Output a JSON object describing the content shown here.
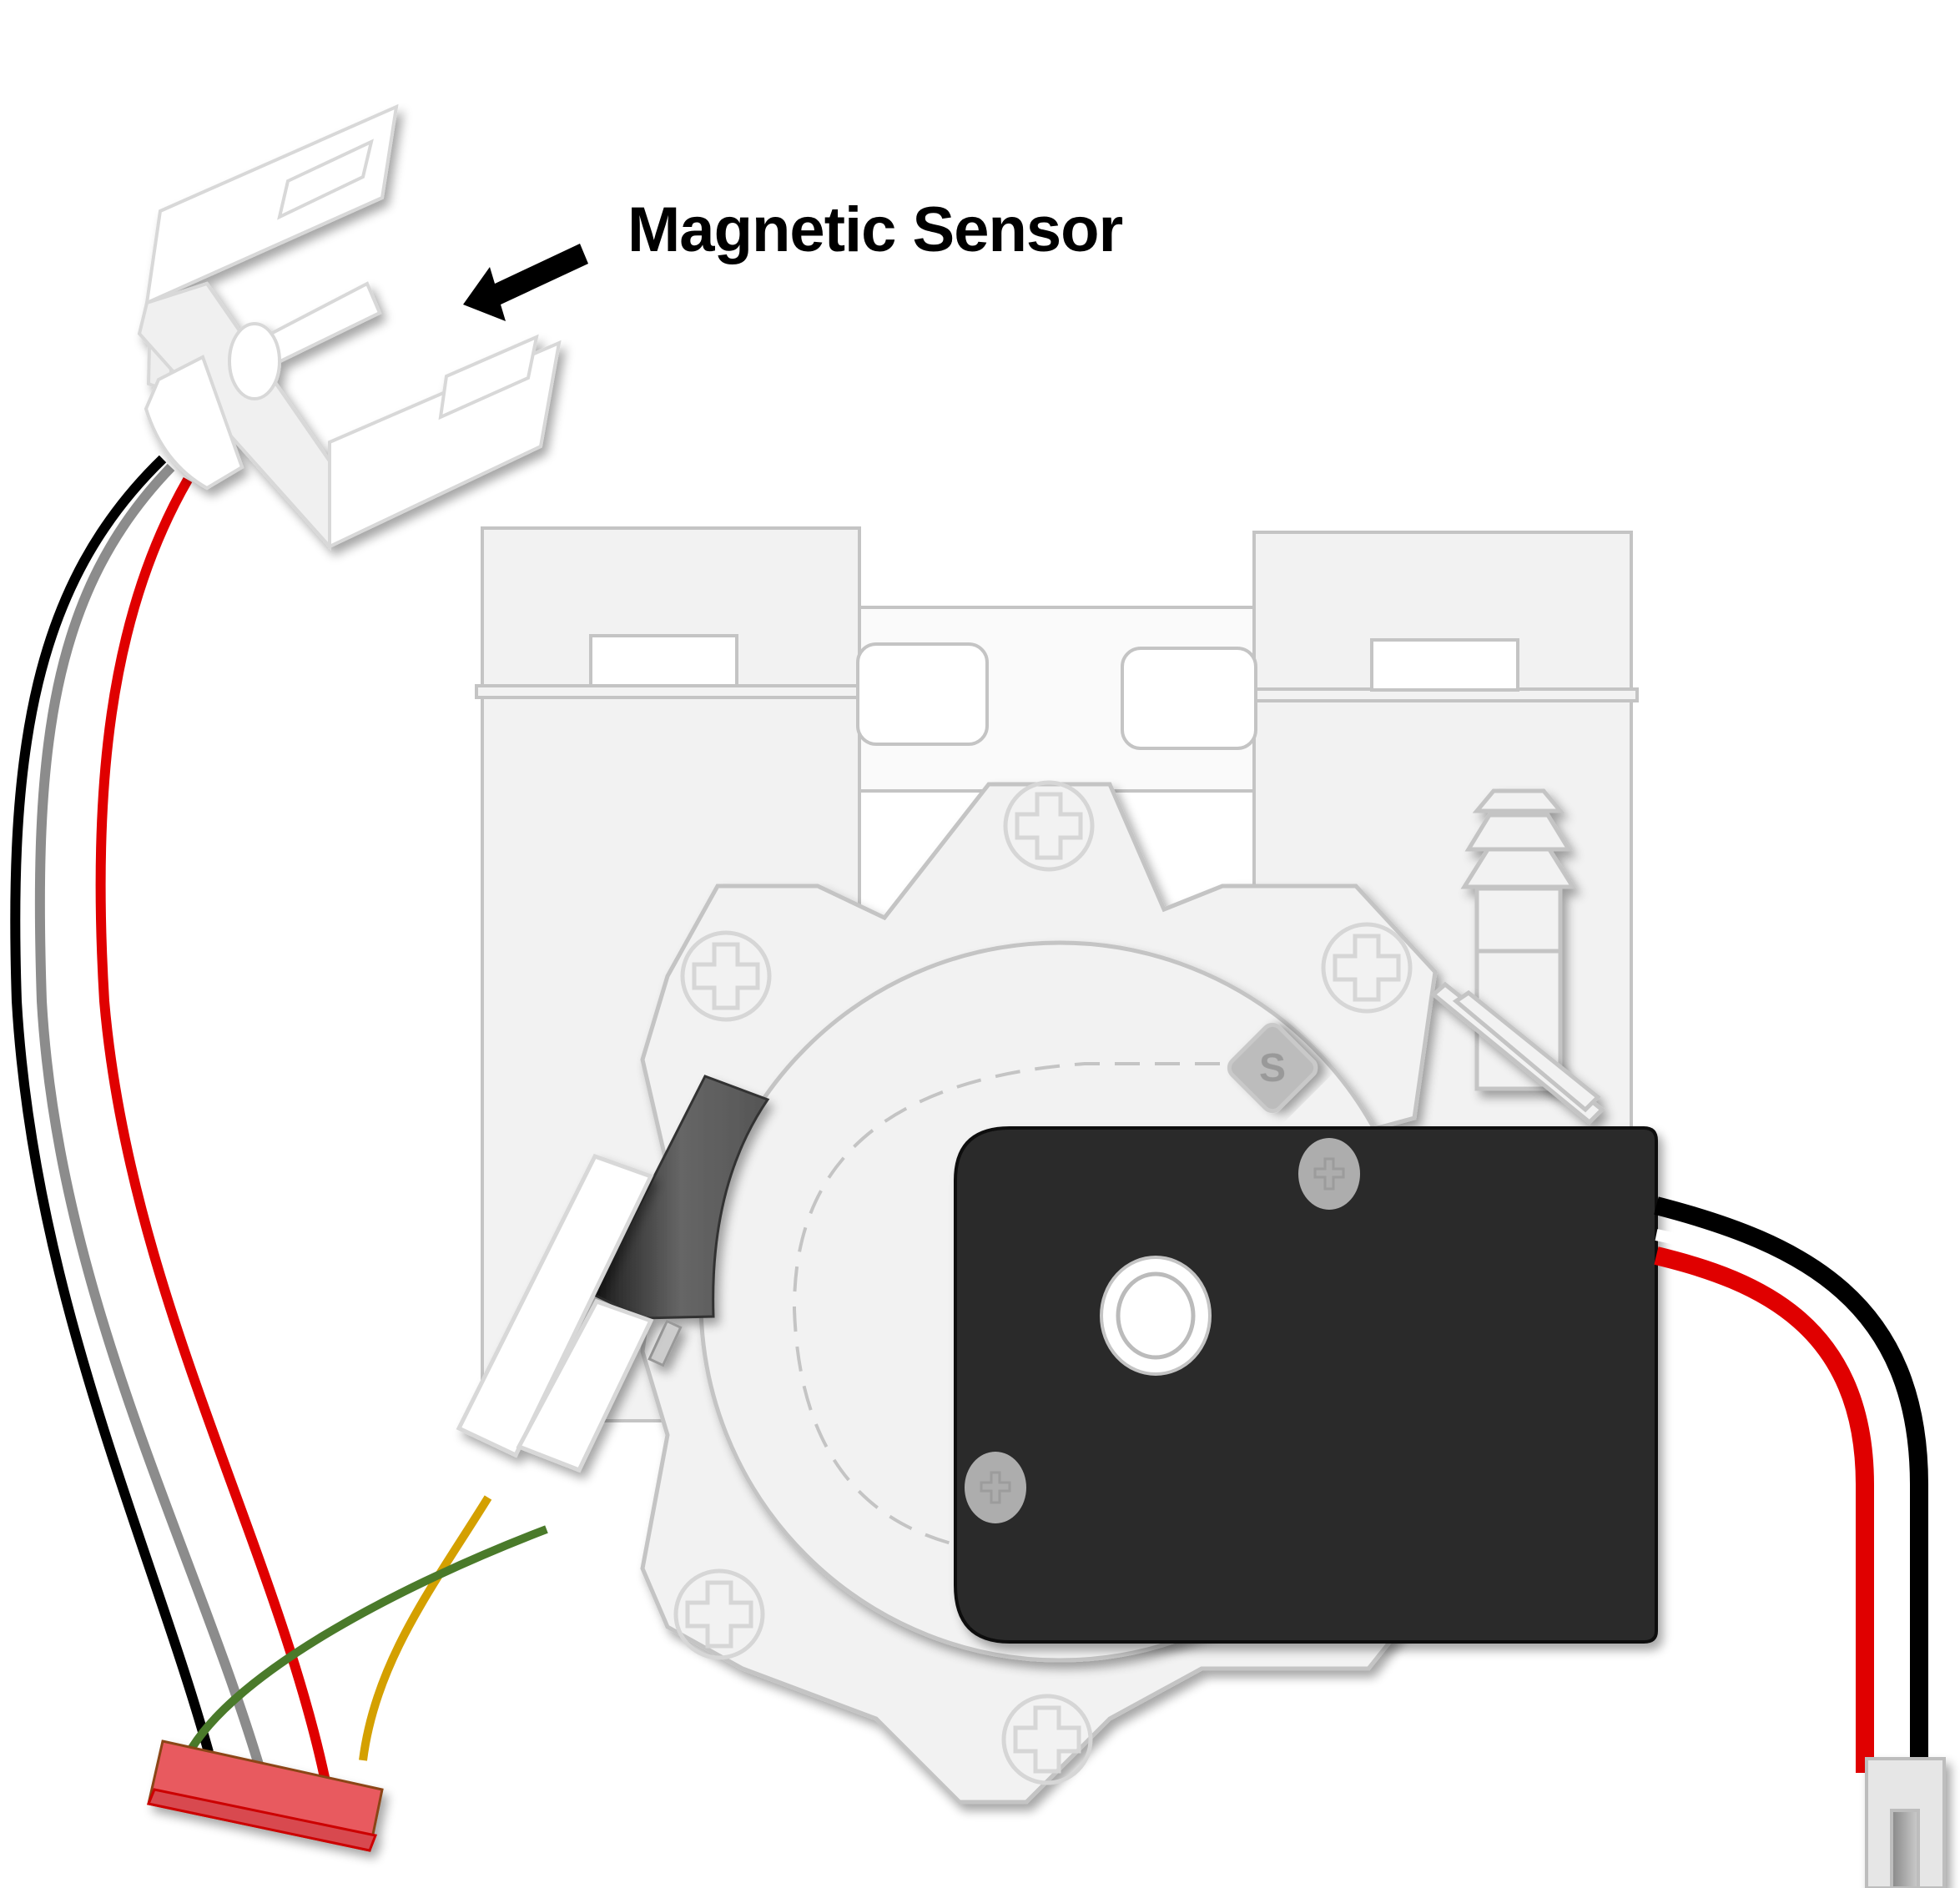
{
  "diagram": {
    "label": "Magnetic Sensor",
    "marker_letter": "S",
    "components": [
      {
        "name": "magnetic-sensor",
        "wires": [
          "black",
          "gray",
          "red"
        ]
      },
      {
        "name": "reed-switch",
        "wires": [
          "yellow",
          "green"
        ]
      },
      {
        "name": "motor",
        "wires": [
          "red",
          "black"
        ]
      },
      {
        "name": "five-pin-connector",
        "color": "#e85a5f"
      },
      {
        "name": "two-pin-connector",
        "color": "#e6e6e6"
      }
    ],
    "colors": {
      "housing_fill": "#f2f2f2",
      "housing_stroke": "#c4c4c4",
      "motor_body": "#2b2b2b",
      "wire_red": "#e00000",
      "wire_black": "#000000",
      "wire_gray": "#8c8c8c",
      "wire_green": "#4a7a2a",
      "wire_yellow": "#d4a000",
      "connector_red": "#e85a5f"
    }
  }
}
